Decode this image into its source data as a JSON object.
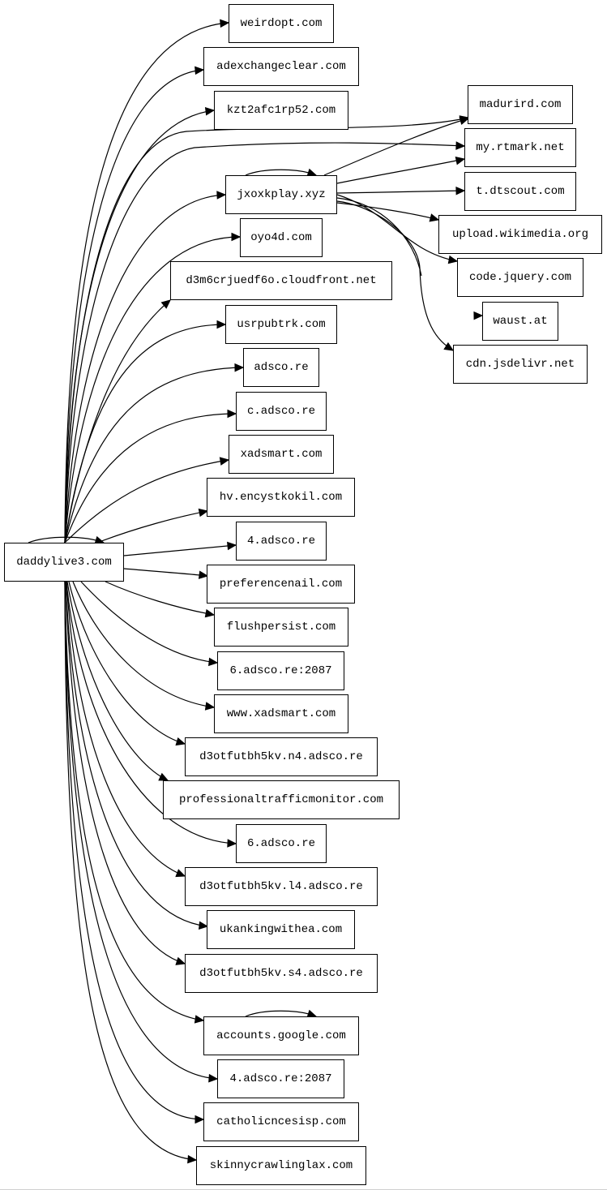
{
  "graph": {
    "root": "daddylive3.com",
    "hub": "jxoxkplay.xyz",
    "root_children": [
      "weirdopt.com",
      "adexchangeclear.com",
      "kzt2afc1rp52.com",
      "madurird.com",
      "my.rtmark.net",
      "jxoxkplay.xyz",
      "oyo4d.com",
      "d3m6crjuedf6o.cloudfront.net",
      "usrpubtrk.com",
      "adsco.re",
      "c.adsco.re",
      "xadsmart.com",
      "hv.encystkokil.com",
      "4.adsco.re",
      "preferencenail.com",
      "flushpersist.com",
      "6.adsco.re:2087",
      "www.xadsmart.com",
      "d3otfutbh5kv.n4.adsco.re",
      "professionaltrafficmonitor.com",
      "6.adsco.re",
      "d3otfutbh5kv.l4.adsco.re",
      "ukankingwithea.com",
      "d3otfutbh5kv.s4.adsco.re",
      "accounts.google.com",
      "4.adsco.re:2087",
      "catholicncesisp.com",
      "skinnycrawlinglax.com"
    ],
    "hub_children": [
      "madurird.com",
      "my.rtmark.net",
      "t.dtscout.com",
      "upload.wikimedia.org",
      "code.jquery.com",
      "waust.at",
      "cdn.jsdelivr.net"
    ],
    "self_loops": [
      "daddylive3.com",
      "jxoxkplay.xyz",
      "accounts.google.com"
    ]
  }
}
